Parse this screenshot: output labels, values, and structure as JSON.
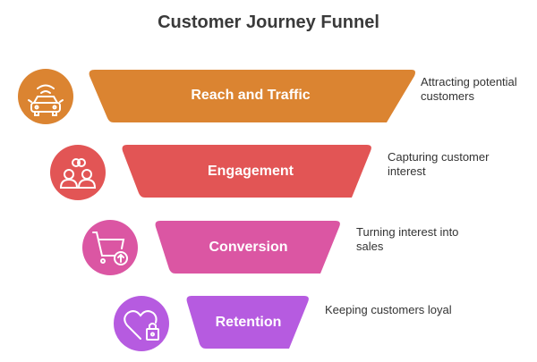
{
  "title": "Customer Journey Funnel",
  "stages": [
    {
      "label": "Reach and Traffic",
      "description_line1": "Attracting potential",
      "description_line2": "customers",
      "icon": "car-signal-icon",
      "color": "#DB8431"
    },
    {
      "label": "Engagement",
      "description_line1": "Capturing customer",
      "description_line2": "interest",
      "icon": "people-interaction-icon",
      "color": "#E25555"
    },
    {
      "label": "Conversion",
      "description_line1": "Turning interest into",
      "description_line2": "sales",
      "icon": "cart-upload-icon",
      "color": "#DB56A3"
    },
    {
      "label": "Retention",
      "description_line1": "Keeping customers loyal",
      "description_line2": "",
      "icon": "heart-lock-icon",
      "color": "#B65BE0"
    }
  ]
}
